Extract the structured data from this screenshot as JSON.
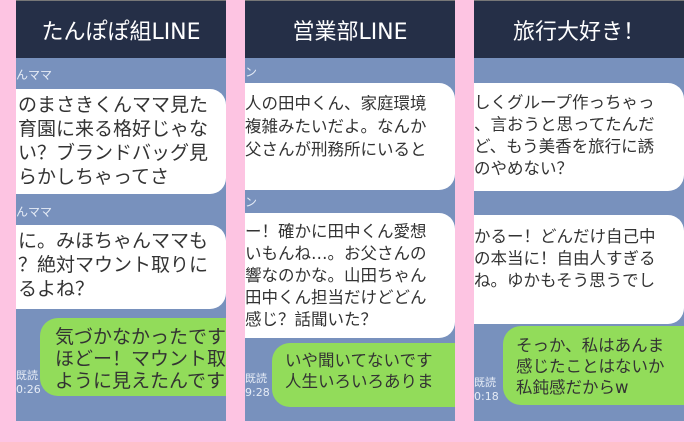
{
  "panels": [
    {
      "title": "たんぽぽ組LINE",
      "messages": [
        {
          "sender": "んママ",
          "lines": [
            "のまさきくんママ見た",
            "育園に来る格好じゃな",
            "い？ブランドバッグ見",
            "らかしちゃってさ"
          ]
        },
        {
          "sender": "んママ",
          "lines": [
            "に。みほちゃんママも",
            "？絶対マウント取りに",
            "るよね？"
          ]
        }
      ],
      "reply": {
        "lines": [
          "気づかなかったです",
          "ほどー！マウント取",
          "ように見えたんです"
        ],
        "read": "既読",
        "time": "0:26"
      }
    },
    {
      "title": "営業部LINE",
      "messages": [
        {
          "sender": "ン",
          "lines": [
            "人の田中くん、家庭環境",
            "複雑みたいだよ。なんか",
            "父さんが刑務所にいると"
          ]
        },
        {
          "sender": "ン",
          "lines": [
            "ー！確かに田中くん愛想",
            "いもんね…。お父さんの",
            "響なのかな。山田ちゃん",
            "田中くん担当だけどどん",
            "感じ？話聞いた？"
          ]
        }
      ],
      "reply": {
        "lines": [
          "いや聞いてないです",
          "人生いろいろありま"
        ],
        "read": "既読",
        "time": "9:28"
      }
    },
    {
      "title": "旅行大好き！",
      "messages": [
        {
          "sender": "",
          "lines": [
            "しくグループ作っちゃっ",
            "、言おうと思ってたんだ",
            "ど、もう美香を旅行に誘",
            "のやめない？"
          ]
        },
        {
          "sender": "",
          "lines": [
            "かるー！どんだけ自己中",
            "の本当に！自由人すぎる",
            "ね。ゆかもそう思うでし"
          ]
        }
      ],
      "reply": {
        "lines": [
          "そっか、私はあんま",
          "感じたことはないか",
          "私鈍感だからw"
        ],
        "read": "既読",
        "time": "0:18"
      }
    }
  ]
}
